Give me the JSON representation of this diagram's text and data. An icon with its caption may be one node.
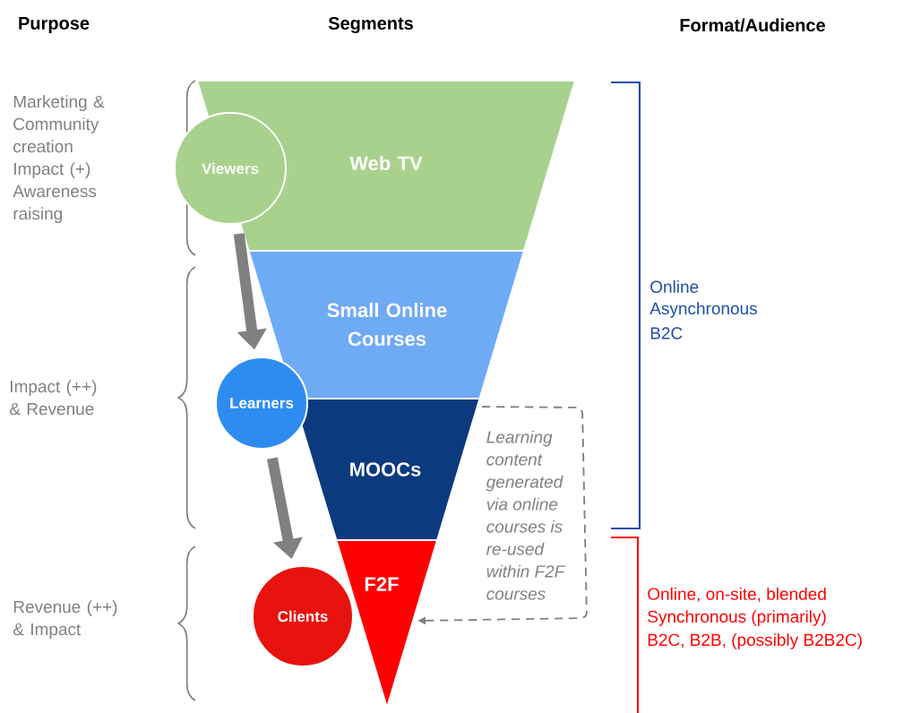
{
  "diagram": {
    "nodes": [
      {
        "text": [
          "Web TV"
        ]
      },
      {
        "text": [
          "Small Online Courses"
        ]
      },
      {
        "text": [
          "MOOCs"
        ]
      },
      {
        "text": [
          "F2F"
        ]
      },
      {
        "text": [
          "Viewers"
        ]
      },
      {
        "text": [
          "Learners"
        ]
      },
      {
        "text": [
          "Clients"
        ]
      }
    ],
    "edges": [
      {
        "from": 4,
        "to": 5,
        "arrow": "to"
      },
      {
        "from": 5,
        "to": 6,
        "arrow": "to"
      },
      {
        "from": 2,
        "to": 3,
        "arrow": "to",
        "style": "dashed",
        "label": "Learning content generated via online courses is re-used within F2F courses"
      }
    ],
    "labels": [
      "Purpose",
      "Segments",
      "Format/Audience",
      "Marketing & Community creation Impact (+) Awareness raising",
      "Online",
      "Asynchronous",
      "B2C",
      "Impact (++) & Revenue",
      "Online, on-site, blended",
      "Synchronous (primarily)",
      "B2C, B2B, (possibly B2B2C)",
      "Revenue (++) & Impact"
    ]
  }
}
